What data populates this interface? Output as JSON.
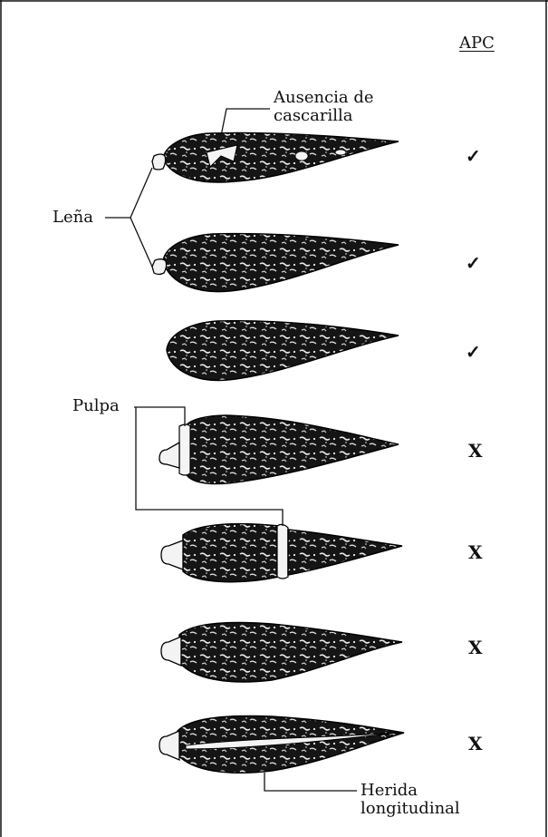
{
  "header": {
    "apc_label": "APC"
  },
  "labels": {
    "ausencia_line1": "Ausencia de",
    "ausencia_line2": "cascarilla",
    "lena": "Leña",
    "pulpa": "Pulpa",
    "herida_line1": "Herida",
    "herida_line2": "longitudinal"
  },
  "specimens": [
    {
      "apc": "✓",
      "defect": "ausencia de cascarilla"
    },
    {
      "apc": "✓",
      "defect": "leña"
    },
    {
      "apc": "✓",
      "defect": ""
    },
    {
      "apc": "X",
      "defect": "pulpa"
    },
    {
      "apc": "X",
      "defect": "pulpa"
    },
    {
      "apc": "X",
      "defect": ""
    },
    {
      "apc": "X",
      "defect": "herida longitudinal"
    }
  ],
  "colors": {
    "ink": "#111111",
    "background": "#ffffff",
    "highlight": "#f4f4f4"
  }
}
